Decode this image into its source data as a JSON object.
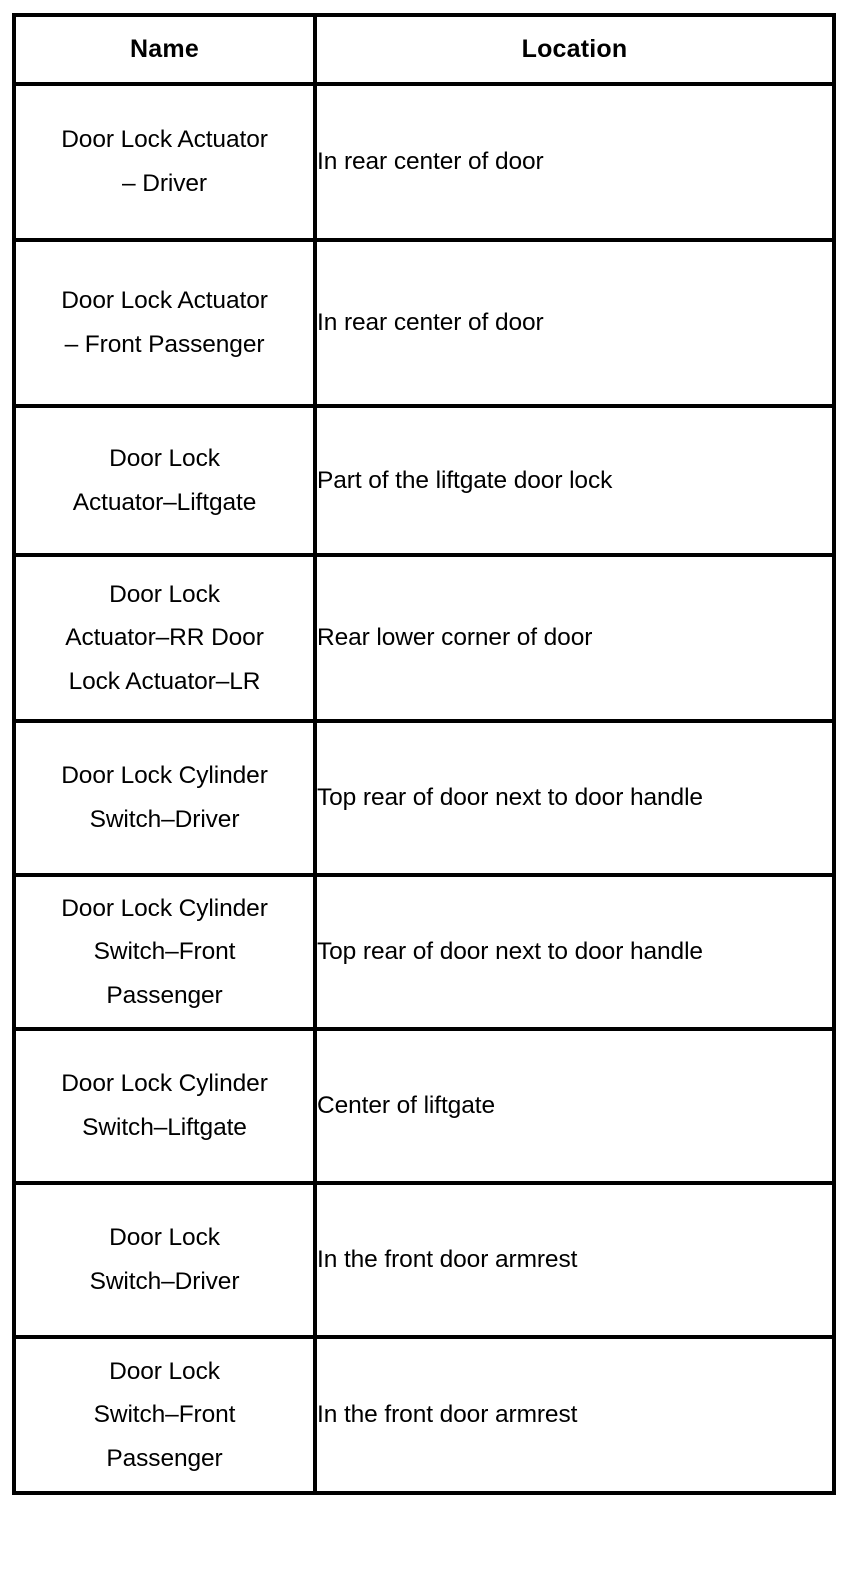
{
  "table": {
    "columns": [
      "Name",
      "Location"
    ],
    "rows": [
      {
        "name_lines": [
          "Door Lock Actuator",
          "– Driver"
        ],
        "location": "In rear center of door"
      },
      {
        "name_lines": [
          "Door Lock Actuator",
          "– Front Passenger"
        ],
        "location": "In rear center of door"
      },
      {
        "name_lines": [
          "Door Lock",
          "Actuator–Liftgate"
        ],
        "location": "Part of the liftgate door lock"
      },
      {
        "name_lines": [
          "Door Lock",
          "Actuator–RR Door",
          "Lock Actuator–LR"
        ],
        "location": "Rear lower corner of door"
      },
      {
        "name_lines": [
          "Door Lock Cylinder",
          "Switch–Driver"
        ],
        "location": "Top rear of door next to door handle"
      },
      {
        "name_lines": [
          "Door Lock Cylinder",
          "Switch–Front",
          "Passenger"
        ],
        "location": "Top rear of door next to door handle"
      },
      {
        "name_lines": [
          "Door Lock Cylinder",
          "Switch–Liftgate"
        ],
        "location": "Center of liftgate"
      },
      {
        "name_lines": [
          "Door Lock",
          "Switch–Driver"
        ],
        "location": "In the front door armrest"
      },
      {
        "name_lines": [
          "Door Lock",
          "Switch–Front",
          "Passenger"
        ],
        "location": "In the front door armrest"
      }
    ]
  },
  "style": {
    "text_color": "#000000",
    "border_color": "#000000",
    "background_color": "#ffffff"
  }
}
